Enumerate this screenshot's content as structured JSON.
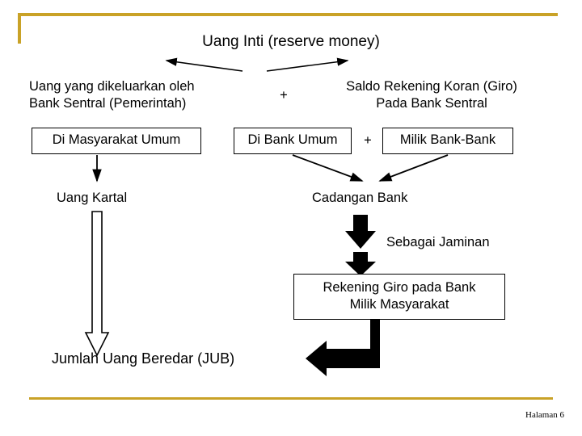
{
  "slide": {
    "title": "Uang Inti (reserve money)",
    "page_label": "Halaman 6",
    "accent_color": "#c9a227",
    "nodes": {
      "left_source": "Uang yang dikeluarkan oleh\nBank Sentral (Pemerintah)",
      "left_source_line1": "Uang yang dikeluarkan oleh",
      "left_source_line2": "Bank Sentral (Pemerintah)",
      "plus_top": "+",
      "right_source_line1": "Saldo Rekening Koran (Giro)",
      "right_source_line2": "Pada Bank Sentral",
      "box_masyarakat": "Di Masyarakat Umum",
      "box_bank_umum": "Di Bank Umum",
      "plus_mid": "+",
      "box_milik_bank": "Milik Bank-Bank",
      "uang_kartal": "Uang Kartal",
      "cadangan_bank": "Cadangan Bank",
      "sebagai_jaminan": "Sebagai Jaminan",
      "box_rekening_giro_line1": "Rekening Giro pada Bank",
      "box_rekening_giro_line2": "Milik Masyarakat",
      "jub": "Jumlah Uang Beredar (JUB)"
    }
  }
}
